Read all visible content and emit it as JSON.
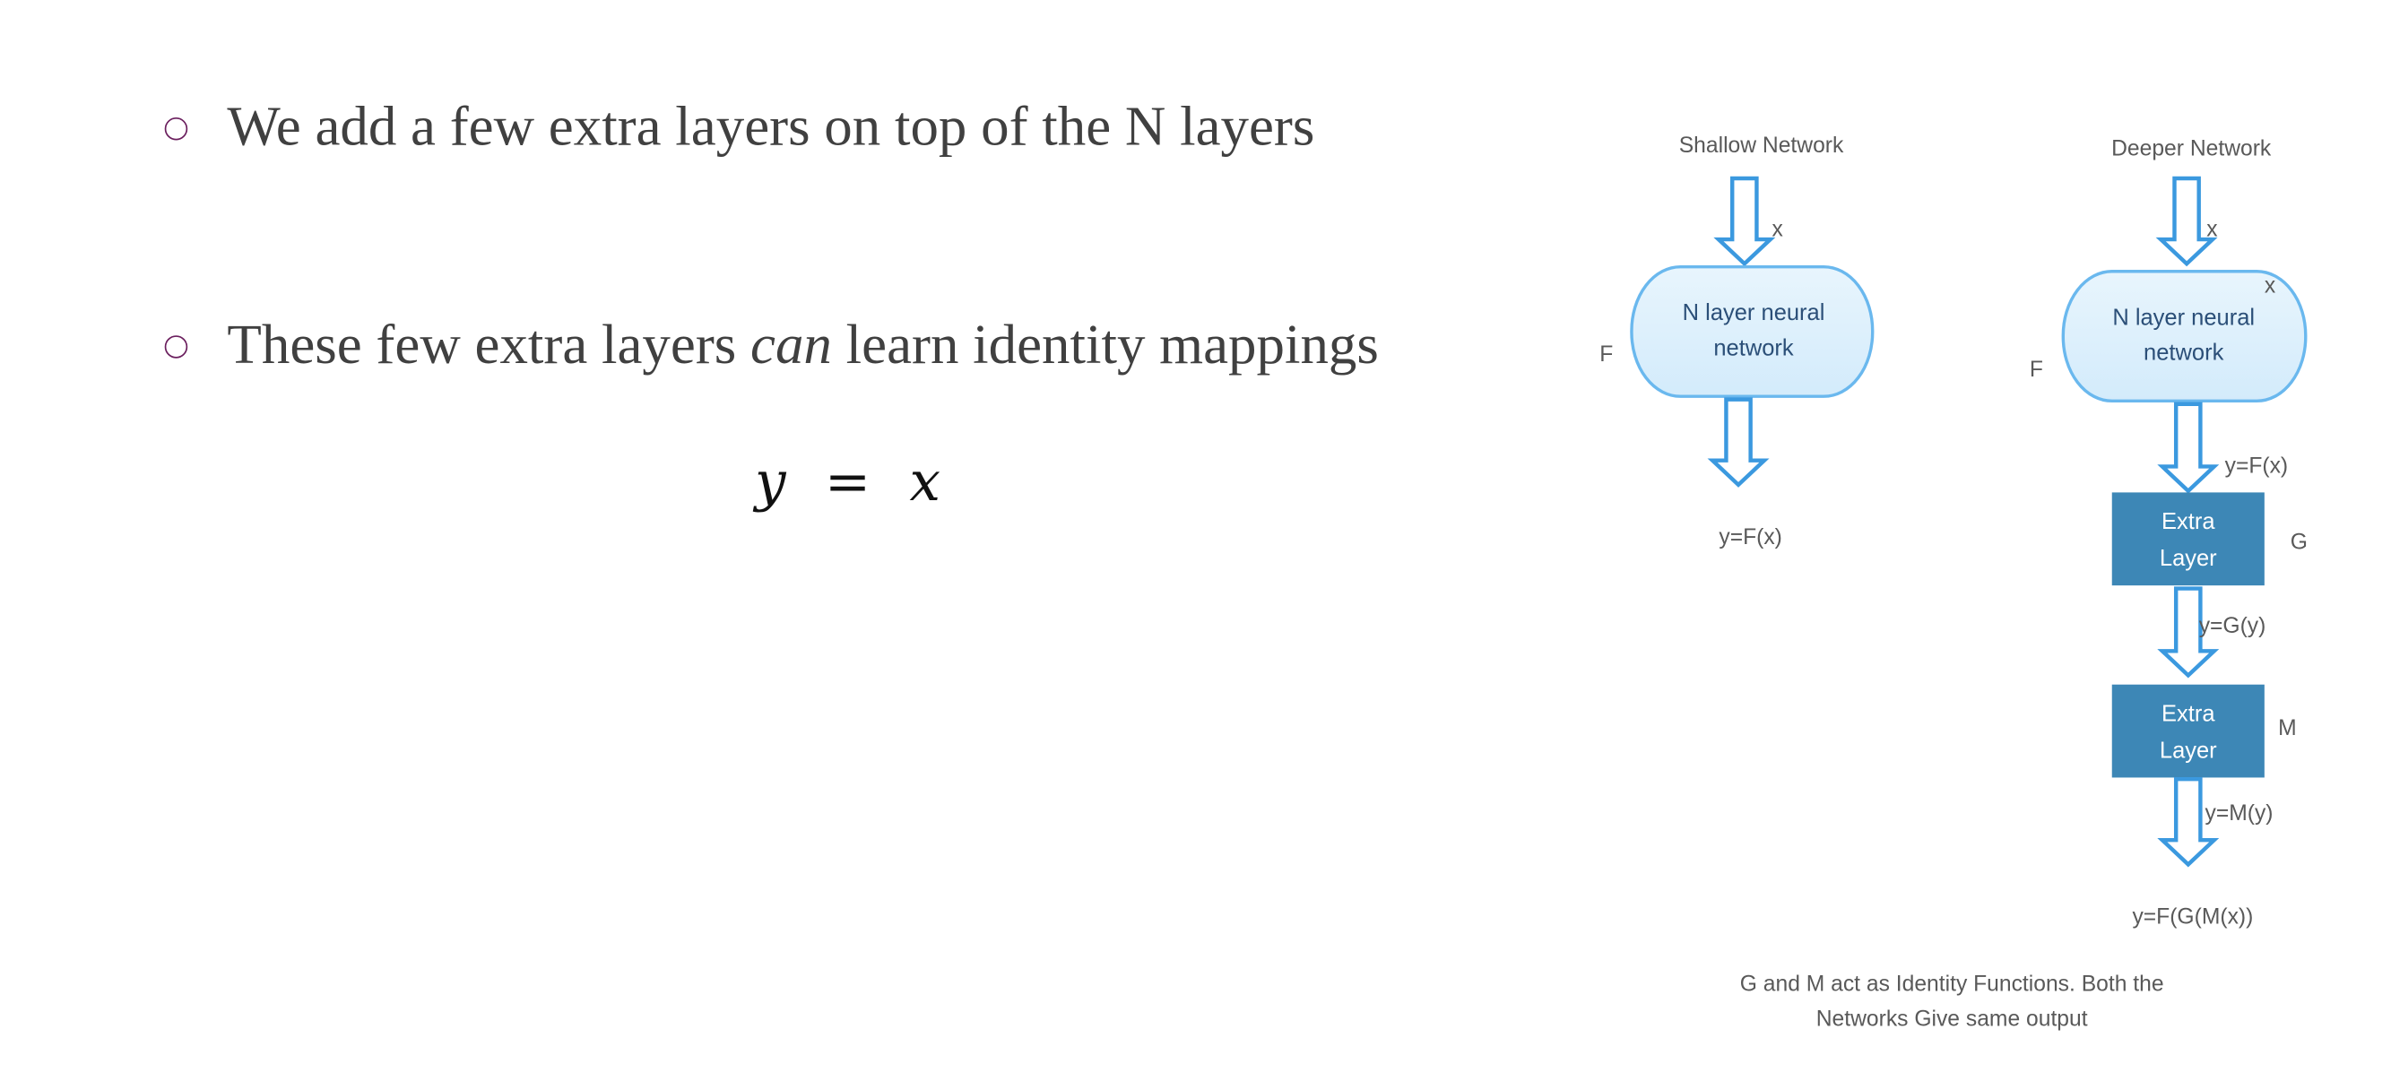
{
  "bullets": [
    {
      "text": "We add a few extra layers on top of the N layers"
    },
    {
      "before": "These few extra layers ",
      "emphasis": "can",
      "after": " learn identity mappings"
    }
  ],
  "equation": {
    "lhs": "y",
    "op": "=",
    "rhs": "x"
  },
  "diagram": {
    "shallow": {
      "title": "Shallow Network",
      "input_label": "x",
      "function_label": "F",
      "box_line1": "N layer neural",
      "box_line2": "network",
      "output": "y=F(x)"
    },
    "deeper": {
      "title": "Deeper Network",
      "input_label": "x",
      "box_input_label": "x",
      "function_label": "F",
      "box_line1": "N layer neural",
      "box_line2": "network",
      "after_f": "y=F(x)",
      "extra1_line1": "Extra",
      "extra1_line2": "Layer",
      "extra1_label": "G",
      "after_g": "y=G(y)",
      "extra2_line1": "Extra",
      "extra2_line2": "Layer",
      "extra2_label": "M",
      "after_m": "y=M(y)",
      "output": "y=F(G(M(x))"
    },
    "caption_line1": "G and M act as Identity Functions. Both the",
    "caption_line2": "Networks Give same output",
    "colors": {
      "arrow": "#3b99df",
      "box_fill": "#dcf0fc",
      "box_stroke": "#6ab8ee",
      "extra_fill": "#3d87b6"
    }
  }
}
